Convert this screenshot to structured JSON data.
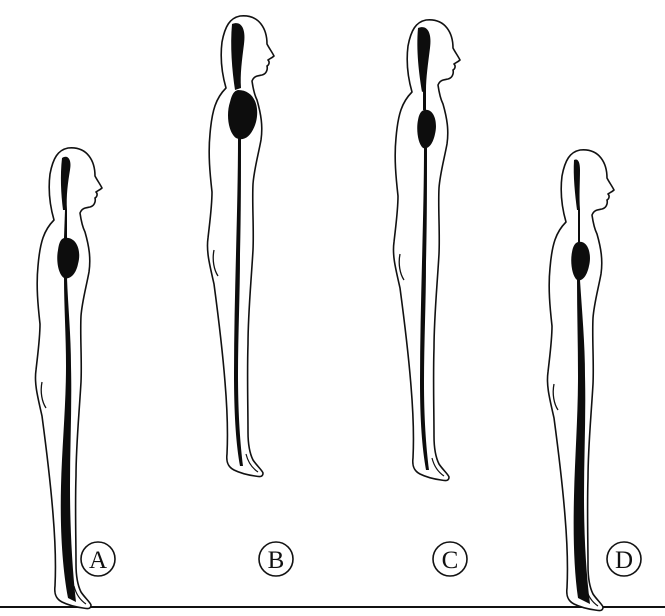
{
  "figures": [
    {
      "id": "A",
      "label": "A",
      "state": "standing"
    },
    {
      "id": "B",
      "label": "B",
      "state": "raised"
    },
    {
      "id": "C",
      "label": "C",
      "state": "raised"
    },
    {
      "id": "D",
      "label": "D",
      "state": "standing"
    }
  ],
  "colors": {
    "outline": "#111111",
    "fluid": "#0d0d0d",
    "ground": "#111111",
    "background": "#ffffff"
  }
}
